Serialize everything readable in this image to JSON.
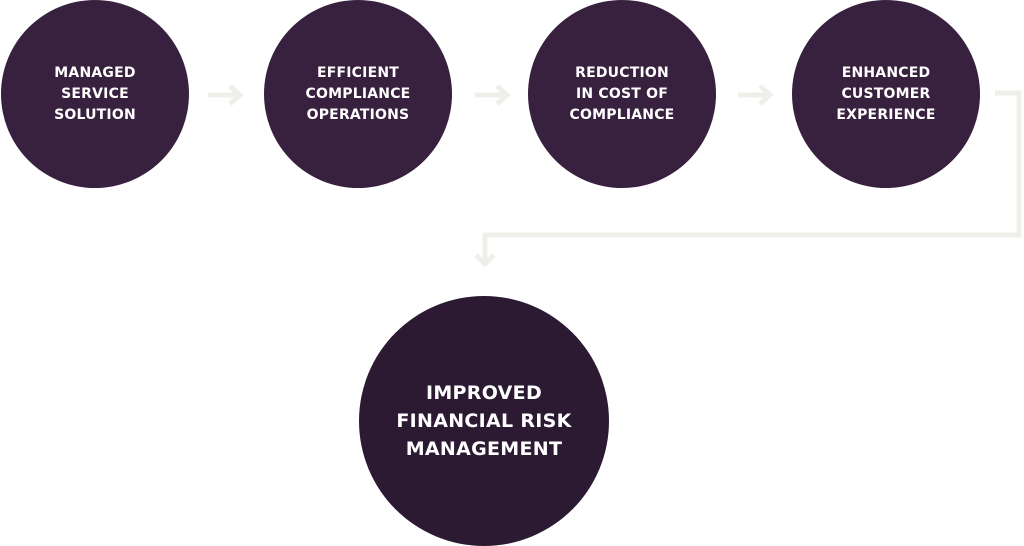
{
  "steps": [
    {
      "label": "MANAGED\nSERVICE\nSOLUTION"
    },
    {
      "label": "EFFICIENT\nCOMPLIANCE\nOPERATIONS"
    },
    {
      "label": "REDUCTION\nIN COST OF\nCOMPLIANCE"
    },
    {
      "label": "ENHANCED\nCUSTOMER\nEXPERIENCE"
    }
  ],
  "result": {
    "label": "IMPROVED\nFINANCIAL RISK\nMANAGEMENT"
  },
  "colors": {
    "step_fill": "#38213f",
    "result_fill": "#2c1a32",
    "connector": "#efefe9",
    "text": "#ffffff"
  }
}
